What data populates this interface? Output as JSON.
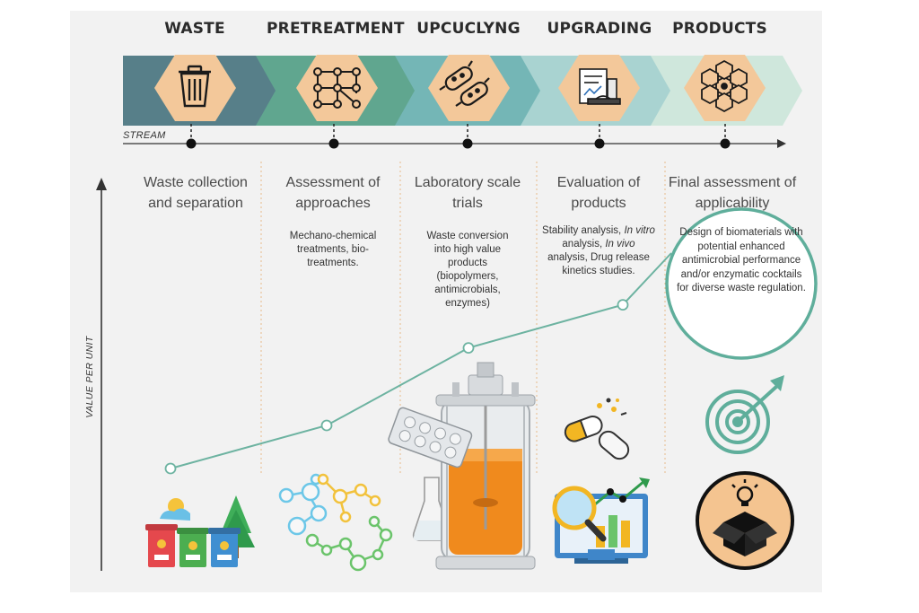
{
  "stages": [
    {
      "title": "WASTE",
      "heading": "Waste collection and separation",
      "description": "",
      "icon": "trash-bin-icon",
      "illustration": "recycling-bins-icon"
    },
    {
      "title": "PRETREATMENT",
      "heading": "Assessment of approaches",
      "description": "Mechano-chemical treatments, bio-treatments.",
      "icon": "network-nodes-icon",
      "illustration": "molecule-structures-icon"
    },
    {
      "title": "UPCUCLYNG",
      "heading": "Laboratory scale trials",
      "description": "Waste conversion into high value products (biopolymers, antimicrobials, enzymes)",
      "icon": "bacteria-icon",
      "illustration": "bioreactor-icon"
    },
    {
      "title": "UPGRADING",
      "heading": "Evaluation of products",
      "description_parts": [
        "Stability analysis, ",
        "In vitro",
        " analysis, ",
        "In vivo",
        " analysis, Drug release kinetics studies."
      ],
      "icon": "lab-report-icon",
      "illustration": "analytics-icon"
    },
    {
      "title": "PRODUCTS",
      "heading": "Final assessment of applicability",
      "description": "Design of biomaterials with potential enhanced antimicrobial performance and/or enzymatic cocktails for diverse waste regulation.",
      "icon": "hexagon-cluster-icon",
      "illustration": "target-and-idea-box-icon"
    }
  ],
  "stream_label": "STREAM",
  "y_axis_label": "VALUE PER UNIT",
  "chart_data": {
    "type": "line",
    "categories": [
      "WASTE",
      "PRETREATMENT",
      "UPCUCLYNG",
      "UPGRADING",
      "PRODUCTS"
    ],
    "series": [
      {
        "values": [
          1,
          2,
          3.8,
          4.8,
          6
        ]
      }
    ]
  },
  "colors": {
    "hexagon": "#f2c99a",
    "line": "#6db3a1",
    "chevrons": [
      "#557f88",
      "#5fa78f",
      "#72b6b4",
      "#a8d4d2",
      "#c9e4d8"
    ]
  }
}
